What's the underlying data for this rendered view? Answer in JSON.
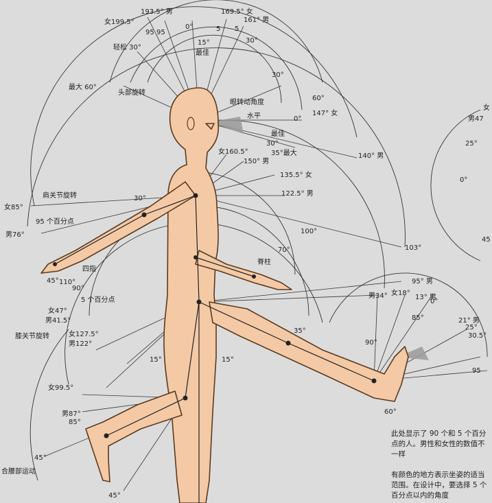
{
  "colors": {
    "background": "#dcdcdc",
    "skin": "#f4c9a6",
    "outline": "#5a3a1e",
    "line": "#333333",
    "shade": "#9a9a9a"
  },
  "labels": {
    "head": {
      "left_angle": "193.5° 男",
      "right_angle": "169.5° 女",
      "right2": "161° 男",
      "female": "女199.5°",
      "zero": "0°",
      "deg15": "15°",
      "best": "最佳",
      "relax": "轻松 30°",
      "deg30a": "30°",
      "max60": "最大 60°",
      "head_rot": "头部旋转",
      "eye_rot": "眼转动角度",
      "deg30b": "30°",
      "deg60": "60°",
      "level": "水平",
      "zero2": "0°",
      "f147": "147° 女",
      "best2": "最佳",
      "deg30c": "30°",
      "max35": "35°最大",
      "m140": "140° 男",
      "n95a": "95",
      "n95b": "95",
      "n5a": "5",
      "n5b": "5"
    },
    "shoulder": {
      "f1605": "女160.5°",
      "m150": "150° 男",
      "f1355": "135.5° 女",
      "m1225": "122.5° 男",
      "shoulder_rot": "肩关节旋转",
      "pct95": "95 个百分点",
      "f85": "女85°",
      "m76": "男76°",
      "deg30": "30°",
      "deg100": "100°",
      "deg70": "70°",
      "spine": "脊柱",
      "m103": "103°",
      "fingers": "四指",
      "pct5": "5 个百分点",
      "deg45": "45°",
      "deg110": "110°",
      "deg90": "90°",
      "f47": "女47°",
      "m415": "男41.5°"
    },
    "hip": {
      "knee_rot": "膝关节旋转",
      "f1275": "女127.5°",
      "m122": "男122°",
      "deg15a": "15°",
      "deg15b": "15°",
      "deg35": "35°",
      "f995": "女99.5°",
      "m87": "男87°",
      "deg85": "85°",
      "deg45a": "45°",
      "deg45b": "45°",
      "hip_motion": "合腰部运动"
    },
    "ankle": {
      "m95": "95° 男",
      "m34": "男34°",
      "f18": "女18°",
      "m13": "13° 男",
      "zero": "0°",
      "deg85": "85°",
      "deg90": "90°",
      "f21": "21° 男",
      "deg25": "25°",
      "deg305": "30.5°",
      "deg60": "60°",
      "n95": "95"
    },
    "right_edge": {
      "f": "女",
      "m47": "男47",
      "deg25": "25°",
      "deg0": "0°",
      "n45": "45"
    }
  },
  "notes": {
    "note1": "此处显示了 90 个和 5 个百分点的人。男性和女性的数值不一样",
    "note2": "有颜色的地方表示坐姿的适当范围。在设计中，要选择 5 个百分点以内的角度"
  }
}
